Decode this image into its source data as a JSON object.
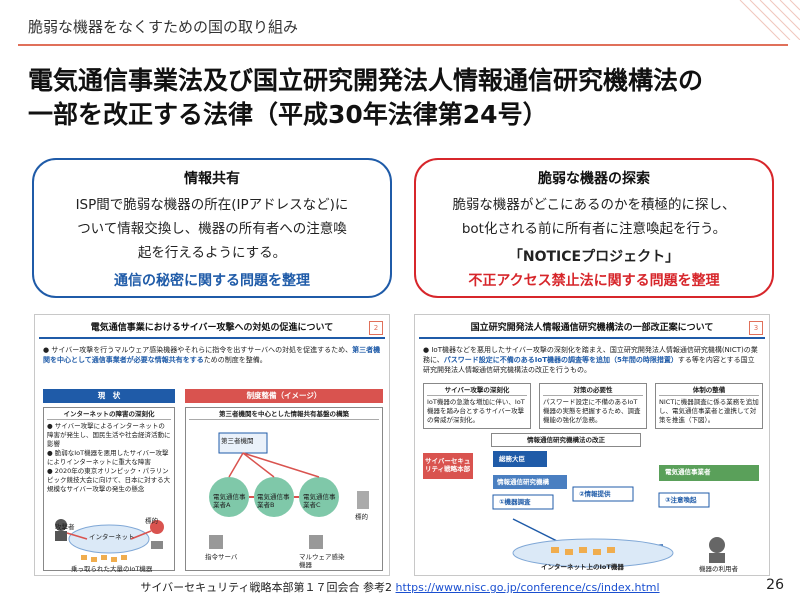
{
  "header": {
    "topic": "脆弱な機器をなくすための国の取り組み",
    "title_line1": "電気通信事業法及び国立研究開発法人情報通信研究機構法の",
    "title_line2": "一部を改正する法律（平成30年法律第24号）"
  },
  "card_info": {
    "heading": "情報共有",
    "body_line1": "ISP間で脆弱な機器の所在(IPアドレスなど)に",
    "body_line2": "ついて情報交換し、機器の所有者への注意喚",
    "body_line3": "起を行えるようにする。",
    "footer": "通信の秘密に関する問題を整理"
  },
  "card_search": {
    "heading": "脆弱な機器の探索",
    "body_line1": "脆弱な機器がどこにあるのかを積極的に探し、",
    "body_line2": "bot化される前に所有者に注意喚起を行う。",
    "project": "「NOTICEプロジェクト」",
    "footer": "不正アクセス禁止法に関する問題を整理"
  },
  "slide1": {
    "title": "電気通信事業におけるサイバー攻撃への対処の促進について",
    "page": "2",
    "bullet_plain1": "サイバー攻撃を行うマルウェア感染機器やそれらに指令を出すサーバへの対処を促進するため、",
    "bullet_bold": "第三者機関を中心として通信事業者が必要な情報共有をする",
    "bullet_plain2": "ための制度を整備。",
    "col_left": "現　状",
    "col_right": "制度整備（イメージ）",
    "box_left_head": "インターネットの障害の深刻化",
    "box_left_items": [
      "サイバー攻撃によるインターネットの障害が発生し、国民生活や社会経済活動に影響",
      "脆弱なIoT機器を悪用したサイバー攻撃によりインターネットに重大な障害",
      "2020年の東京オリンピック・パラリンピック競技大会に向けて、日本に対する大規模なサイバー攻撃の発生の懸念"
    ],
    "box_right_head": "第三者機関を中心とした情報共有基盤の構築",
    "label_third_party": "第三者機関",
    "label_operator_a": "電気通信事業者A",
    "label_operator_b": "電気通信事業者B",
    "label_operator_c": "電気通信事業者C",
    "label_attacker": "攻撃者",
    "label_internet": "インターネット",
    "label_iot": "乗っ取られた大量のIoT機器",
    "label_server": "指令サーバ",
    "label_malware": "マルウェア感染機器",
    "label_target": "標的"
  },
  "slide2": {
    "title": "国立研究開発法人情報通信研究機構法の一部改正案について",
    "page": "3",
    "bullet_plain1": "IoT機器などを悪用したサイバー攻撃の深刻化を踏まえ、国立研究開発法人情報通信研究機構(NICT)の業務に、",
    "bullet_bold": "パスワード設定に不備のあるIoT機器の調査等を追加（5年間の時限措置）",
    "bullet_plain2": "する等を内容とする国立研究開発法人情報通信研究機構法の改正を行うもの。",
    "box1_head": "サイバー攻撃の深刻化",
    "box1_body": "IoT機器の急激な増加に伴い、IoT機器を踏み台とするサイバー攻撃の脅威が深刻化。",
    "box2_head": "対策の必要性",
    "box2_body": "パスワード設定に不備のあるIoT機器の実態を把握するため、調査機能の強化が急務。",
    "box3_head": "体制の整備",
    "box3_body": "NICTに機器調査に係る業務を追加し、電気通信事業者と連携して対策を推進（下図）。",
    "center_head": "情報通信研究機構法の改正",
    "label_hq": "サイバーセキュリティ戦略本部",
    "label_minister": "総務大臣",
    "label_nict": "情報通信研究機構",
    "label_step1": "①機器調査",
    "label_step2": "②情報提供",
    "label_step3": "③注意喚起",
    "label_operator": "電気通信事業者",
    "label_internet": "インターネット上のIoT機器",
    "label_user": "機器の利用者"
  },
  "footer": {
    "source_text": "サイバーセキュリティ戦略本部第１７回会合 参考2 ",
    "source_link": "https://www.nisc.go.jp/conference/cs/index.html",
    "page_number": "26"
  }
}
